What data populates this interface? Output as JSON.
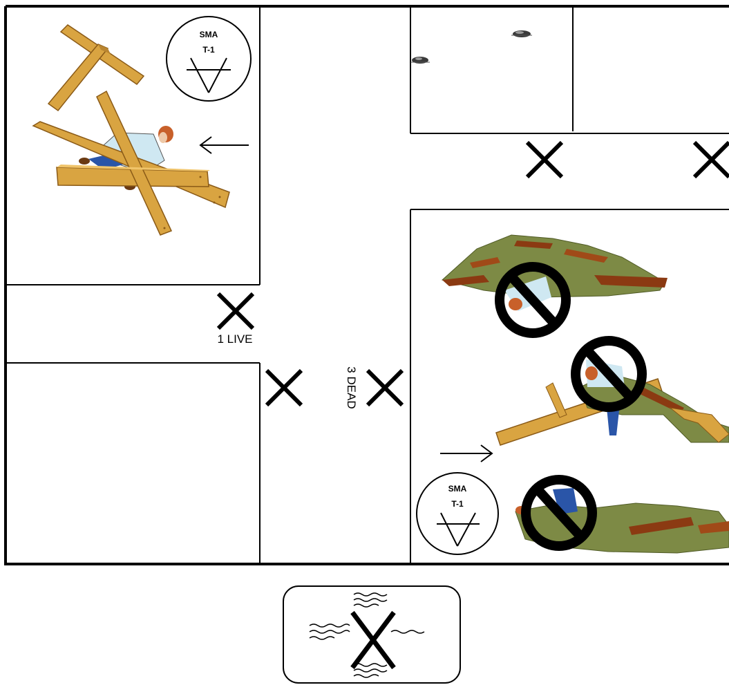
{
  "labels": {
    "live": "1 LIVE",
    "dead": "3 DEAD"
  },
  "markers": {
    "sma_top": {
      "line1": "SMA",
      "line2": "T-1"
    },
    "sma_bottom": {
      "line1": "SMA",
      "line2": "T-1"
    }
  },
  "colors": {
    "wall": "#000000",
    "timber": "#d9a441",
    "timber_dark": "#8a5a17",
    "debris_green": "#7d8a45",
    "debris_brown": "#8b3a12",
    "shirt": "#cfe8f2",
    "skin": "#c8602a",
    "jeans": "#2a55a8"
  },
  "icons": [
    "search-marker-x",
    "sma-search-marker-icon",
    "arrow-icon",
    "no-symbol-icon",
    "rat-icon",
    "person-trapped-icon",
    "hazard-x-icon"
  ]
}
